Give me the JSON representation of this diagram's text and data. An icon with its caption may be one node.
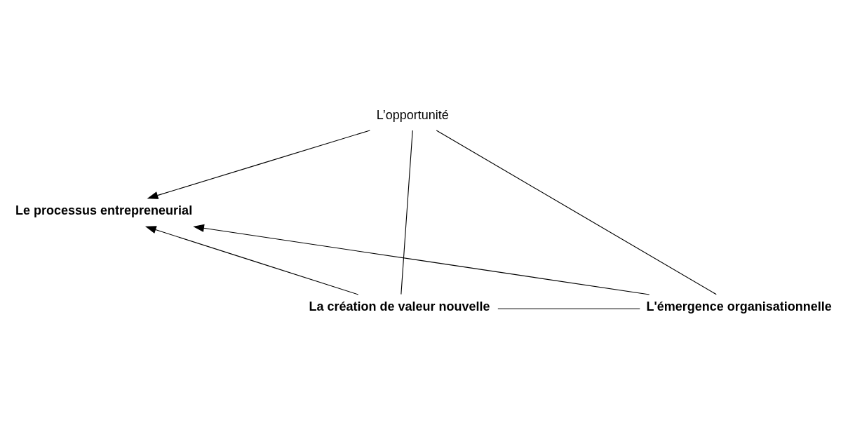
{
  "diagram": {
    "nodes": [
      {
        "text": [
          "L’opportunité"
        ]
      },
      {
        "text": [
          "Le processus entrepreneurial"
        ]
      },
      {
        "text": [
          "La création de valeur nouvelle"
        ]
      },
      {
        "text": [
          "L'émergence organisationnelle"
        ]
      }
    ],
    "edges": [
      {
        "from": 0,
        "to": 2,
        "arrow": "none"
      },
      {
        "from": 0,
        "to": 3,
        "arrow": "none"
      },
      {
        "from": 2,
        "to": 3,
        "arrow": "none"
      },
      {
        "from": 0,
        "to": 1,
        "arrow": "to"
      },
      {
        "from": 2,
        "to": 1,
        "arrow": "to"
      },
      {
        "from": 3,
        "to": 1,
        "arrow": "to"
      }
    ]
  }
}
